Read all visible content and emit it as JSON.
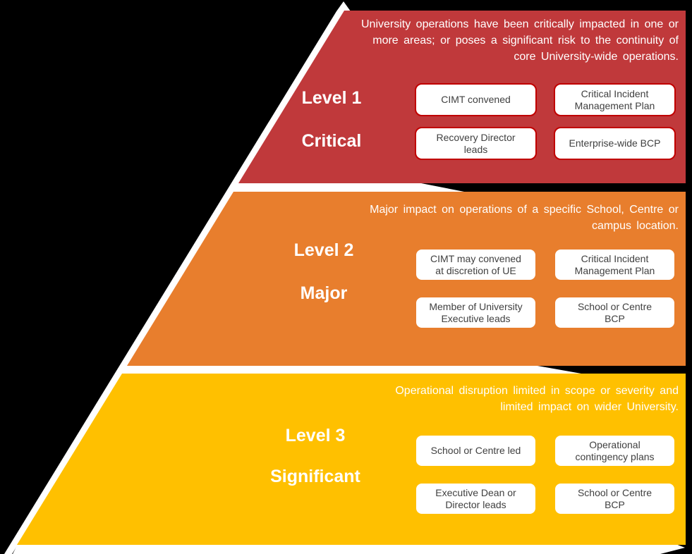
{
  "diagram": {
    "background": "#000000",
    "outline_color": "#ffffff",
    "box_fill": "#ffffff",
    "box_text_color": "#404040",
    "bands": [
      {
        "level_label": "Level 1",
        "severity_label": "Critical",
        "color": "#c0393b",
        "box_border": "#c00000",
        "description_lines": [
          "University operations have been critically impacted in one or",
          "more areas; or poses a significant risk to the continuity of",
          "core University-wide operations."
        ],
        "boxes": [
          [
            "CIMT convened"
          ],
          [
            "Critical Incident",
            "Management Plan"
          ],
          [
            "Recovery Director",
            "leads"
          ],
          [
            "Enterprise-wide BCP"
          ]
        ]
      },
      {
        "level_label": "Level 2",
        "severity_label": "Major",
        "color": "#e87e2d",
        "box_border": "#e87e2d",
        "description_lines": [
          "Major impact on operations of a specific School, Centre or",
          "campus location."
        ],
        "boxes": [
          [
            "CIMT may convened",
            "at discretion of UE"
          ],
          [
            "Critical Incident",
            "Management Plan"
          ],
          [
            "Member of University",
            "Executive leads"
          ],
          [
            "School or Centre",
            "BCP"
          ]
        ]
      },
      {
        "level_label": "Level 3",
        "severity_label": "Significant",
        "color": "#ffc000",
        "box_border": "#ffc000",
        "description_lines": [
          "Operational disruption limited in scope or severity and",
          "limited impact on wider University."
        ],
        "boxes": [
          [
            "School or Centre led"
          ],
          [
            "Operational",
            "contingency plans"
          ],
          [
            "Executive Dean or",
            "Director leads"
          ],
          [
            "School or Centre",
            "BCP"
          ]
        ]
      }
    ]
  }
}
